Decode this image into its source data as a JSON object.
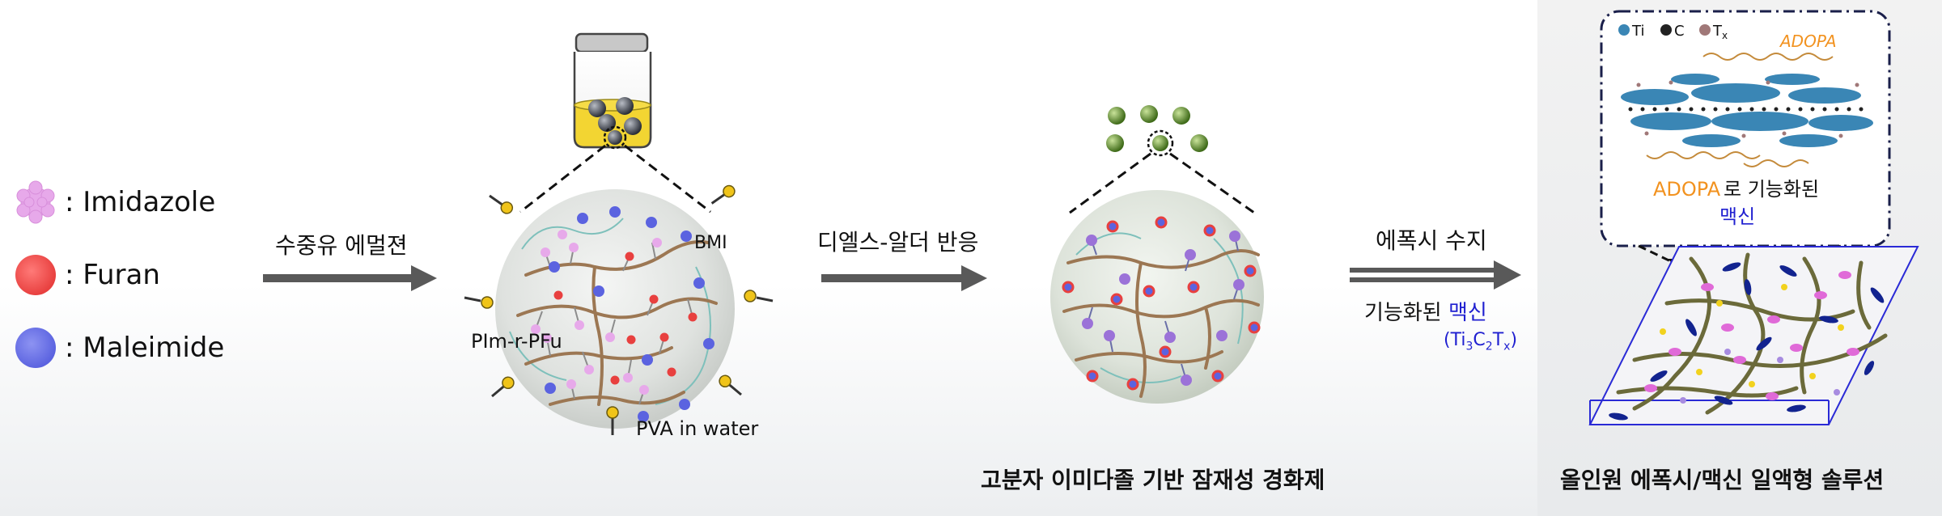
{
  "legend": [
    {
      "label": ": Imidazole",
      "color": "#e7a9ea",
      "icon": "imidazole-blob-icon"
    },
    {
      "label": ": Furan",
      "color": "#e8403f",
      "icon": "furan-dot-icon"
    },
    {
      "label": ": Maleimide",
      "color": "#5b63e0",
      "icon": "maleimide-dot-icon"
    }
  ],
  "step1": {
    "label": "수중유 에멀젼"
  },
  "emulsion": {
    "bmi": "BMI",
    "polymer": "PIm-r-PFu",
    "pva": "PVA in water"
  },
  "step2": {
    "label": "디엘스-알더 반응"
  },
  "hardener": {
    "caption": "고분자 이미다졸 기반 잠재성 경화제"
  },
  "step3": {
    "line1": "에폭시 수지",
    "line2a": "기능화된 ",
    "line2b": "맥신",
    "formula": "(Ti3C2Tx)"
  },
  "mxene": {
    "legend_ti": "Ti",
    "legend_c": "C",
    "legend_tx": "Tx",
    "adopa": "ADOPA",
    "caption_a": "ADOPA",
    "caption_b": "로 기능화된",
    "caption_c": "맥신"
  },
  "final": {
    "caption": "올인원 에폭시/맥신 일액형 솔루션"
  },
  "colors": {
    "arrow": "#595959",
    "blue_text": "#1f1fd0",
    "orange": "#f2921f",
    "ti_blue": "#3a86b5",
    "jar_yellow": "#f3d21e",
    "bead_green": "#5f8f2c"
  }
}
